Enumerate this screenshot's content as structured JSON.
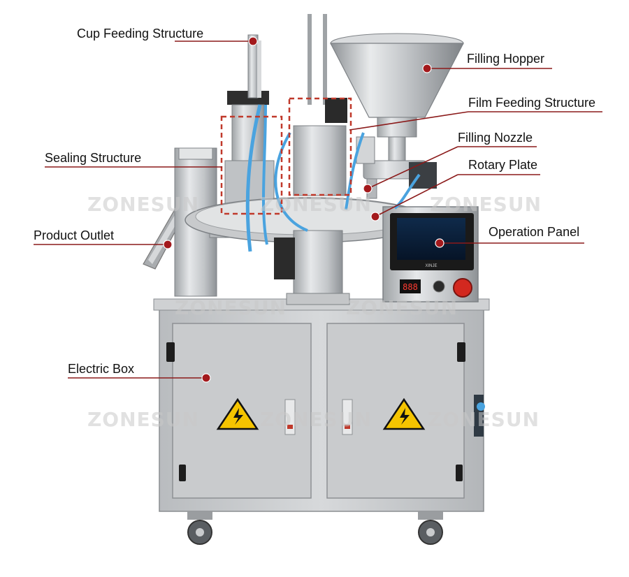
{
  "labels": {
    "cup_feeding": "Cup Feeding Structure",
    "filling_hopper": "Filling Hopper",
    "film_feeding": "Film Feeding Structure",
    "sealing": "Sealing Structure",
    "filling_nozzle": "Filling Nozzle",
    "rotary_plate": "Rotary Plate",
    "product_outlet": "Product Outlet",
    "operation_panel": "Operation Panel",
    "electric_box": "Electric Box"
  },
  "watermark": "ZONESUN",
  "panel_brand": "XINJE",
  "temp_display": "888",
  "colors": {
    "leader": "#8b1a1a",
    "dot": "#a3191c",
    "highlight_box": "#c0392b",
    "steel": "#c4c6c8",
    "pneumatic_tube": "#4aa3df",
    "warning": "#f5c400"
  }
}
